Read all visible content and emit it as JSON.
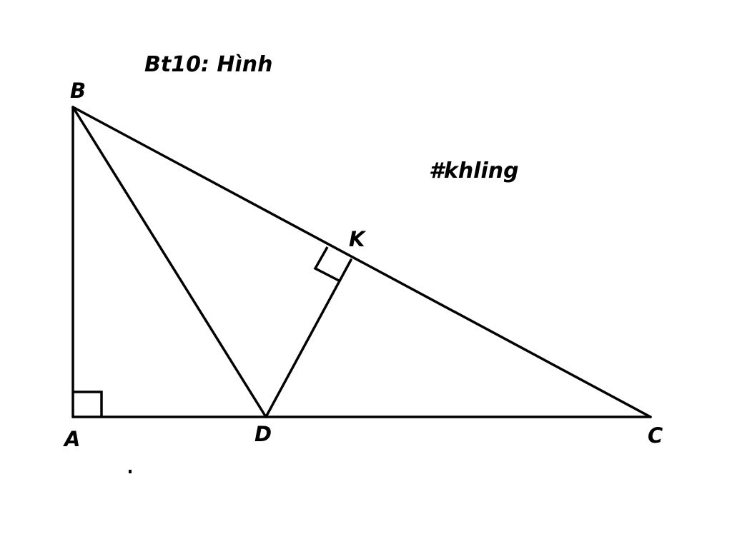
{
  "title": "Bt10: Hình",
  "watermark": "#khling",
  "points": {
    "A": "A",
    "B": "B",
    "C": "C",
    "D": "D",
    "K": "K"
  },
  "colors": {
    "stroke": "#000000",
    "background": "#ffffff"
  }
}
